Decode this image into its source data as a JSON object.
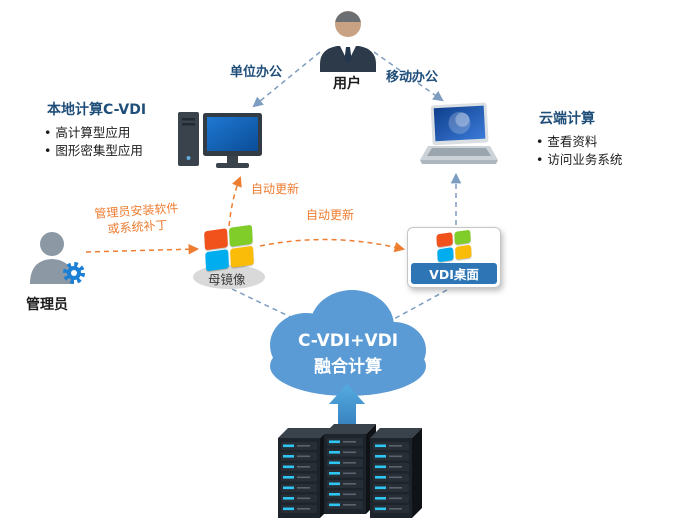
{
  "nodes": {
    "user": {
      "label": "用户"
    },
    "admin": {
      "label": "管理员"
    },
    "local": {
      "title": "本地计算C-VDI",
      "bullets": [
        "高计算型应用",
        "图形密集型应用"
      ]
    },
    "cloud_side": {
      "title": "云端计算",
      "bullets": [
        "查看资料",
        "访问业务系统"
      ]
    },
    "master_image": {
      "label": "母镜像"
    },
    "vdi_desktop": {
      "label": "VDI桌面"
    },
    "cloud": {
      "line1": "C-VDI+VDI",
      "line2": "融合计算"
    }
  },
  "edges": {
    "office": {
      "label": "单位办公"
    },
    "mobile": {
      "label": "移动办公"
    },
    "auto_update_desktop": {
      "label": "自动更新"
    },
    "auto_update_vdi": {
      "label": "自动更新"
    },
    "admin_install": {
      "line1": "管理员安装软件",
      "line2": "或系统补丁"
    }
  },
  "colors": {
    "heading_blue": "#1F4E79",
    "accent_orange": "#ED7D31",
    "cloud_blue": "#5B9BD5",
    "vdi_bar_blue": "#2E75B6",
    "connector_blue": "#7C9DC0",
    "windows_red": "#F1511B",
    "windows_green": "#80CC28",
    "windows_blue": "#00ADEF",
    "windows_yellow": "#FBBC09"
  }
}
